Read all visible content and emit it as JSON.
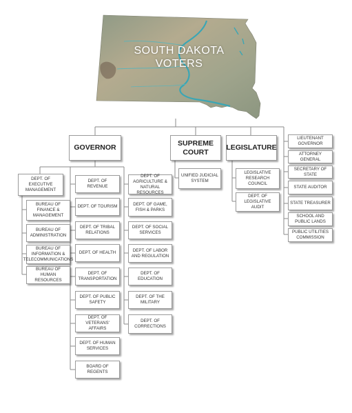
{
  "map": {
    "title_line1": "SOUTH DAKOTA",
    "title_line2": "VOTERS"
  },
  "colors": {
    "box_border": "#9a9a9a",
    "connector": "#8a8a8a",
    "water": "#3aa6b5",
    "terrain": "#a2a08a"
  },
  "branches": {
    "governor": "GOVERNOR",
    "supreme_court": "SUPREME COURT",
    "legislature": "LEGISLATURE"
  },
  "executive_management": {
    "head": "DEPT. OF EXECUTIVE MANAGEMENT",
    "bureaus": [
      "BUREAU OF FINANCE & MANAGEMENT",
      "BUREAU OF ADMINISTRATION",
      "BUREAU OF INFORMATION & TELECOMMUNICATIONS",
      "BUREAU OF HUMAN RESOURCES"
    ]
  },
  "departments_col1": [
    "DEPT. OF REVENUE",
    "DEPT. OF TOURISM",
    "DEPT. OF TRIBAL RELATIONS",
    "DEPT. OF HEALTH",
    "DEPT. OF TRANSPORTATION",
    "DEPT. OF PUBLIC SAFETY",
    "DEPT. OF VETERANS' AFFAIRS",
    "DEPT. OF HUMAN SERVICES",
    "BOARD OF REGENTS"
  ],
  "departments_col2": [
    "DEPT. OF AGRICULTURE & NATURAL RESOURCES",
    "DEPT. OF GAME, FISH & PARKS",
    "DEPT. OF SOCIAL SERVICES",
    "DEPT. OF LABOR AND REGULATION",
    "DEPT. OF EDUCATION",
    "DEPT. OF THE MILITARY",
    "DEPT. OF CORRECTIONS"
  ],
  "judicial": {
    "unified": "UNIFIED JUDICIAL SYSTEM"
  },
  "legislative": {
    "council": "LEGISLATIVE RESEARCH COUNCIL",
    "audit": "DEPT. OF LEGISLATIVE AUDIT"
  },
  "elected_officials": [
    "LIEUTENANT GOVERNOR",
    "ATTORNEY GENERAL",
    "SECRETARY OF STATE",
    "STATE AUDITOR",
    "STATE TREASURER",
    "SCHOOL AND PUBLIC LANDS",
    "PUBLIC UTILITIES COMMISSION"
  ]
}
